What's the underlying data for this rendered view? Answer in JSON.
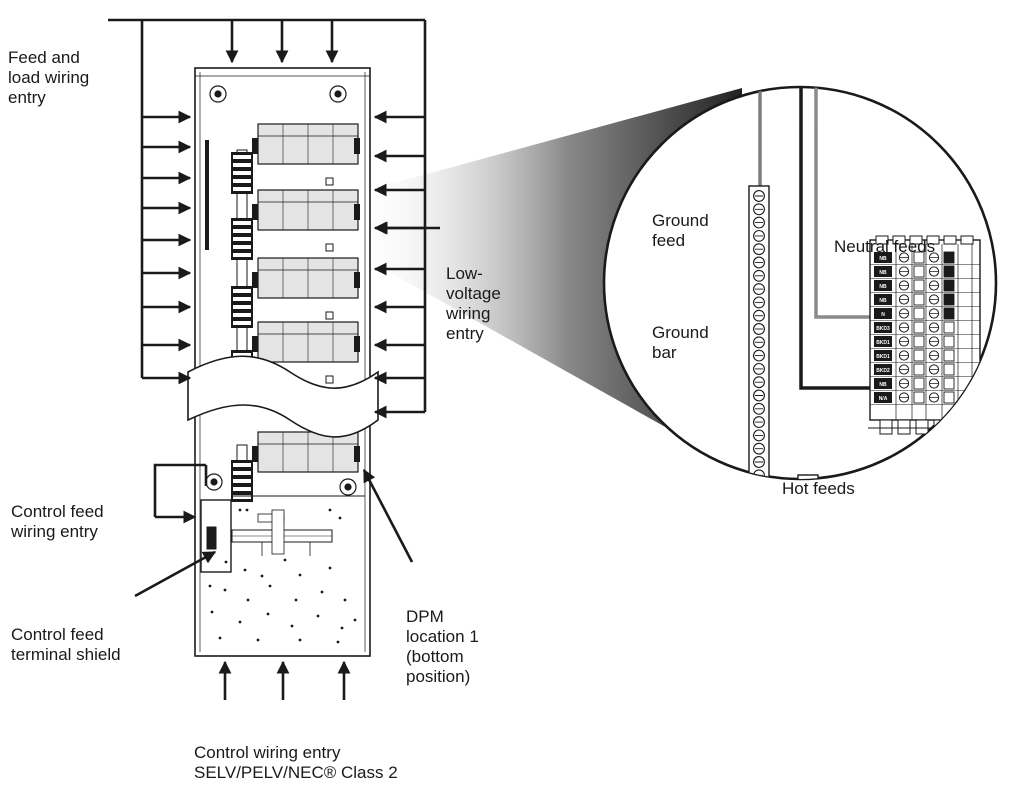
{
  "labels": {
    "feed_load": [
      "Feed and",
      "load wiring",
      "entry"
    ],
    "low_voltage": [
      "Low-",
      "voltage",
      "wiring",
      "entry"
    ],
    "control_feed_entry": [
      "Control feed",
      "wiring entry"
    ],
    "control_feed_shield": [
      "Control feed",
      "terminal shield"
    ],
    "dpm_location": [
      "DPM",
      "location 1",
      "(bottom",
      "position)"
    ],
    "control_wiring_entry": [
      "Control wiring entry",
      "SELV/PELV/NEC® Class 2"
    ],
    "ground_feed": [
      "Ground",
      "feed"
    ],
    "ground_bar": [
      "Ground",
      "bar"
    ],
    "neutral_feeds": [
      "Neutral feeds"
    ],
    "hot_feeds": [
      "Hot feeds"
    ]
  },
  "terminal_labels": [
    "NB",
    "NB",
    "NB",
    "NB",
    "N",
    "BKD3",
    "BKD1",
    "BKD1",
    "BKD2",
    "NB",
    "N/A"
  ],
  "colors": {
    "line": "#1a1a1a",
    "panel": "#ffffff",
    "module": "#e4e4e4",
    "zoom_gradient_dark": "#2a2a2a"
  }
}
